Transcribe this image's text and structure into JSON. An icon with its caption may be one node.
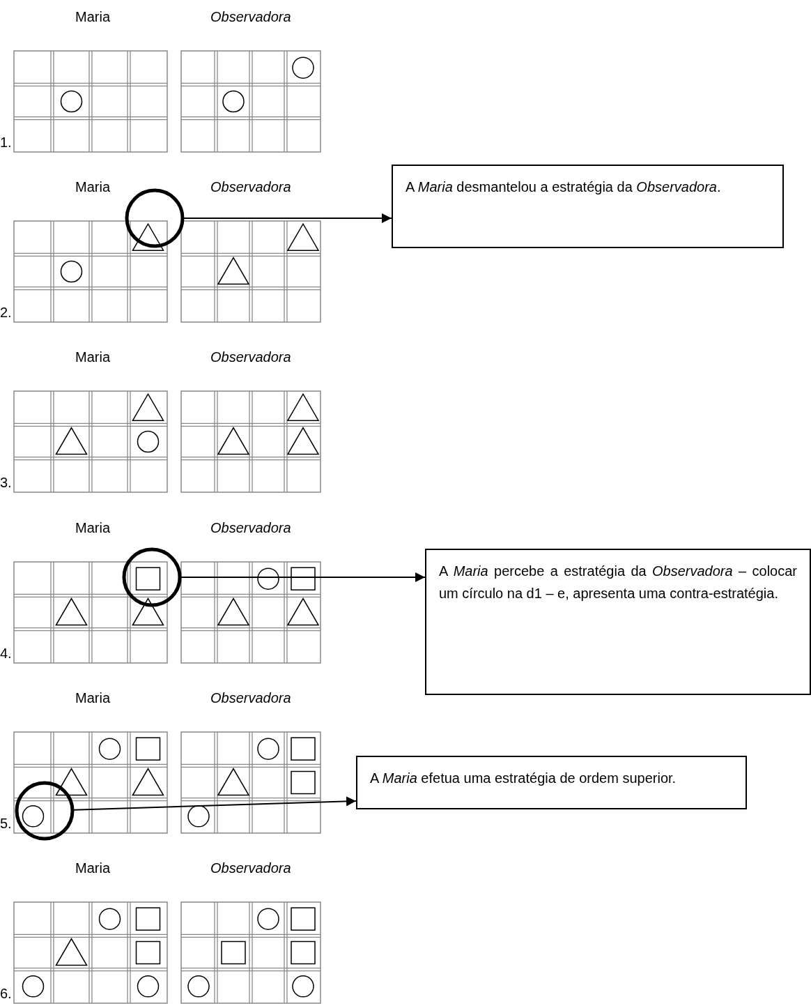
{
  "diagram": {
    "nodes": [
      {
        "text": [],
        "shape": "circle"
      },
      {
        "text": [
          "A *Maria* desmantelou a estratégia da *Observadora*."
        ]
      },
      {
        "text": [],
        "shape": "circle"
      },
      {
        "text": [
          "A *Maria* percebe a estratégia da *Observadora* – colocar um círculo na d1 – e, apresenta uma contra-estratégia."
        ]
      },
      {
        "text": [],
        "shape": "circle"
      },
      {
        "text": [
          "A *Maria* efetua uma estratégia de ordem superior."
        ]
      }
    ],
    "edges": [
      {
        "from": 0,
        "to": 1,
        "arrow": "to"
      },
      {
        "from": 2,
        "to": 3,
        "arrow": "to"
      },
      {
        "from": 4,
        "to": 5,
        "arrow": "to"
      }
    ],
    "labels": [
      "Maria",
      "Observadora",
      "1.",
      "Maria",
      "Observadora",
      "2.",
      "Maria",
      "Observadora",
      "3.",
      "Maria",
      "Observadora",
      "4.",
      "Maria",
      "Observadora",
      "5.",
      "Maria",
      "Observadora",
      "6."
    ]
  }
}
